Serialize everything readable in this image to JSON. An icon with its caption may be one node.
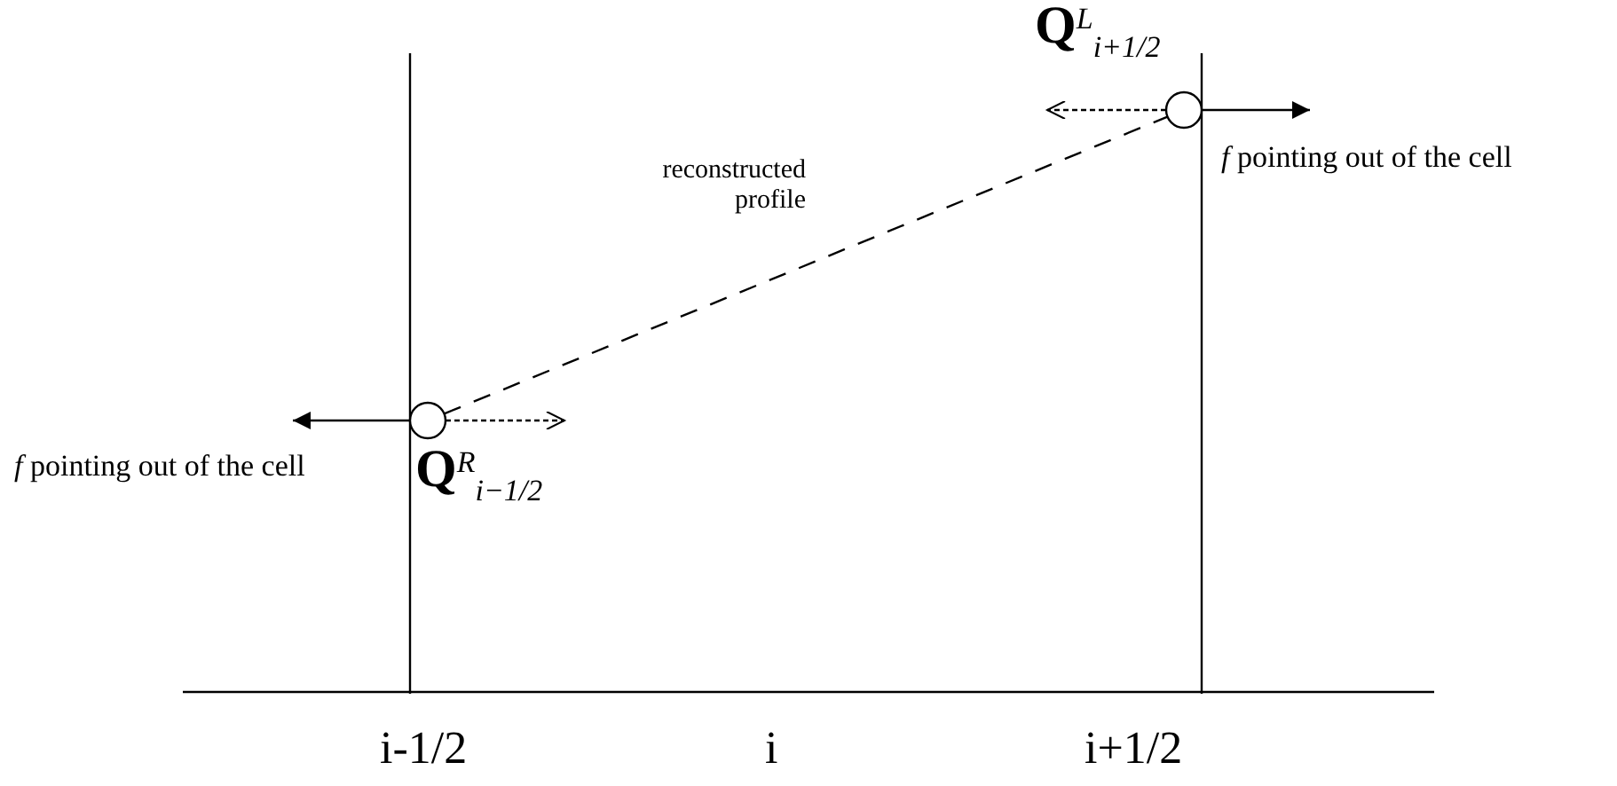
{
  "diagram": {
    "nodes": [
      {
        "text": [],
        "shape": "circle",
        "beside": [
          "**Q**$^{R}$$_{i−1/2}$"
        ]
      },
      {
        "text": [],
        "shape": "circle",
        "beside": [
          "**Q**$^{L}$$_{i+1/2}$"
        ]
      }
    ],
    "edges": [
      {
        "from": 0,
        "to": 1,
        "arrow": "none",
        "style": "dashed",
        "label": "reconstructed profile"
      },
      {
        "from": 0,
        "to": null,
        "arrow": "to"
      },
      {
        "from": 0,
        "to": null,
        "arrow": "to",
        "style": "dashed"
      },
      {
        "from": 1,
        "to": null,
        "arrow": "to",
        "style": "dashed"
      },
      {
        "from": 1,
        "to": null,
        "arrow": "to"
      }
    ],
    "labels": [
      "*f* pointing out of the cell",
      "*f* pointing out of the cell",
      "i-1/2",
      "i",
      "i+1/2"
    ]
  }
}
